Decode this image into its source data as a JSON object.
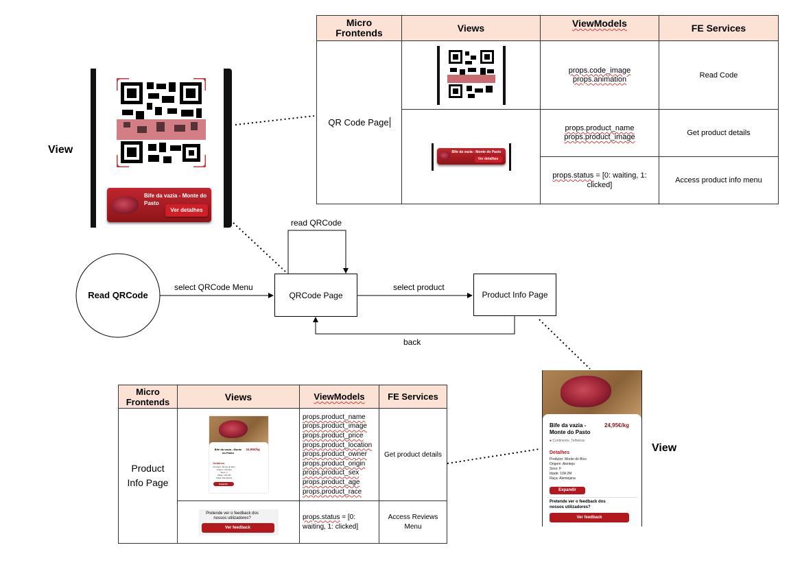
{
  "top_table": {
    "headers": [
      "Micro\nFrontends",
      "Views",
      "ViewModels",
      "FE Services"
    ],
    "micro_frontend": "QR Code Page",
    "rows": [
      {
        "viewmodels": [
          "props.code_image",
          "props.animation"
        ],
        "service": "Read Code"
      },
      {
        "viewmodels": [
          "props.product_name",
          "props.product_image"
        ],
        "service": "Get product details"
      },
      {
        "viewmodels": [
          "props.status = [0: waiting, 1:",
          "clicked]"
        ],
        "service": "Access product info menu"
      }
    ]
  },
  "bottom_table": {
    "headers": [
      "Micro\nFrontends",
      "Views",
      "ViewModels",
      "FE Services"
    ],
    "micro_frontend": [
      "Product",
      "Info Page"
    ],
    "rows": [
      {
        "viewmodels": [
          "props.product_name",
          "props.product_image",
          "props.product_price",
          "props.product_location",
          "props.product_owner",
          "props.product_origin",
          "props.product_sex",
          "props.product_age",
          "props.product_race"
        ],
        "service": "Get product details"
      },
      {
        "viewmodels": [
          "props.status = [0:",
          "waiting, 1: clicked]"
        ],
        "service": [
          "Access Reviews",
          "Menu"
        ]
      }
    ]
  },
  "flow": {
    "start_node": "Read QRCode",
    "qr_node": "QRCode Page",
    "product_node": "Product Info Page",
    "edge_select_menu": "select QRCode Menu",
    "edge_read": "read QRCode",
    "edge_select_product": "select product",
    "edge_back": "back"
  },
  "view_labels": {
    "left": "View",
    "right": "View"
  },
  "qr_phone": {
    "banner_title": "Bife da vazia - Monte do Pasto",
    "banner_button": "Ver detalhes"
  },
  "product_phone": {
    "name": "Bife da vazia - Monte do Pasto",
    "price": "24,95€/kg",
    "location": "Continente, Telheiras",
    "details_title": "Detalhes",
    "details": [
      "Produtor: Monte do Bico",
      "Origem: Alentejo",
      "Sexo: F",
      "Idade: 10A 2M",
      "Raça: Alentejana"
    ],
    "expand_button": "Expandir",
    "feedback_question": "Pretende ver o feedback dos nossos utilizadores?",
    "feedback_button": "Ver feedback"
  },
  "small_product": {
    "price": "24,95€/kg"
  },
  "colors": {
    "header_bg": "#fbe2d5",
    "brand_red": "#b3181f"
  }
}
